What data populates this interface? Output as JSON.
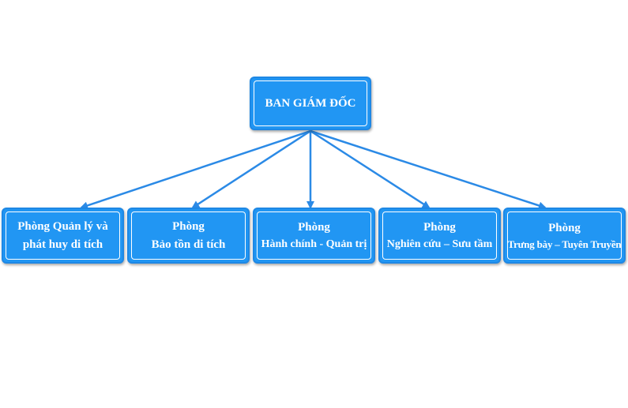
{
  "colors": {
    "box_fill": "#2196f3",
    "box_border": "#1e88e5",
    "text": "#ffffff",
    "connector": "#2b8ae6"
  },
  "root": {
    "label": "BAN GIÁM ĐỐC"
  },
  "departments": [
    {
      "line1": "Phòng Quản lý và",
      "line2": "phát huy di tích"
    },
    {
      "line1": "Phòng",
      "line2": "Bảo tồn di tích"
    },
    {
      "line1": "Phòng",
      "line2": "Hành chính - Quản trị"
    },
    {
      "line1": "Phòng",
      "line2": "Nghiên cứu – Sưu tầm"
    },
    {
      "line1": "Phòng",
      "line2": "Trưng bày – Tuyên Truyền"
    }
  ]
}
